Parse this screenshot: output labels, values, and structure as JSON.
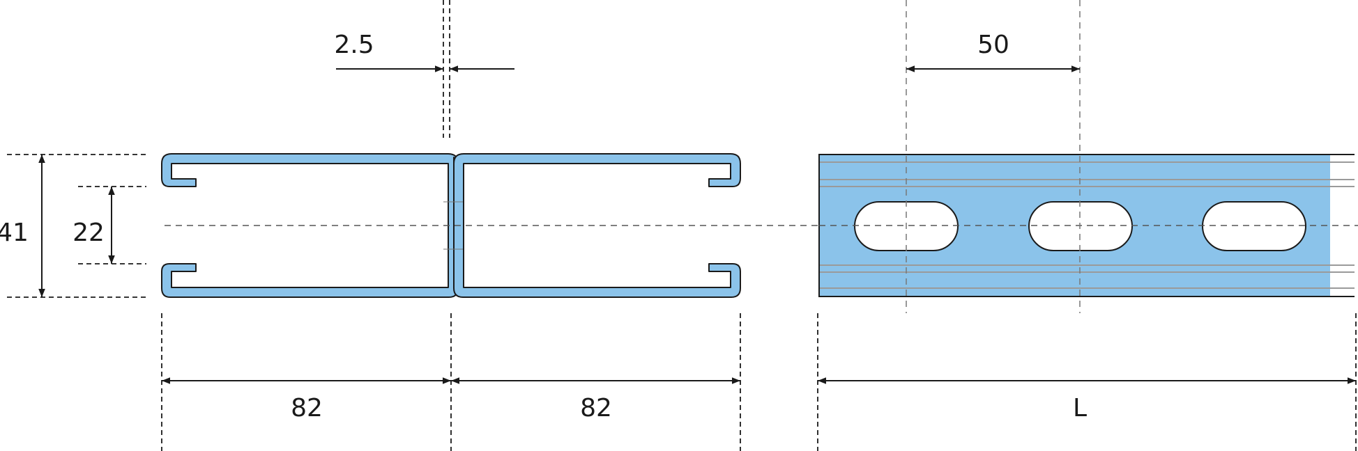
{
  "drawing": {
    "dimensions": {
      "wall_thickness": "2.5",
      "hole_pitch": "50",
      "overall_height": "41",
      "opening_height": "22",
      "left_width": "82",
      "right_width": "82",
      "length": "L"
    },
    "colors": {
      "profile_fill": "#8bc3ea",
      "outline": "#1a1a1a",
      "dimension_line": "#1a1a1a",
      "centerline": "#555555",
      "rib_line": "#9a9a9a",
      "background": "#ffffff"
    }
  }
}
